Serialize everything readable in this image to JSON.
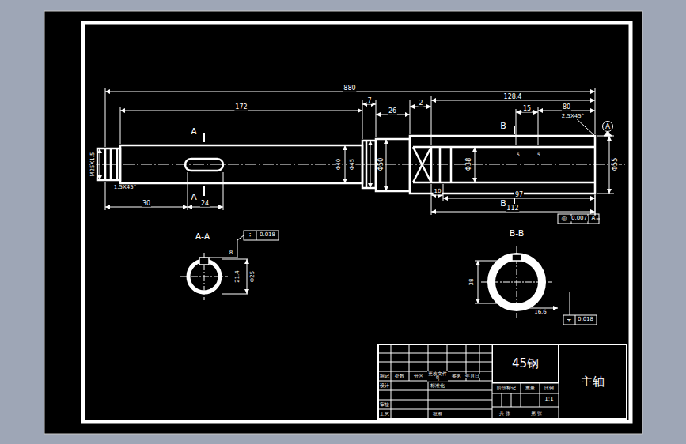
{
  "diagram": {
    "nodes": [
      {
        "text": [
          "45钢"
        ]
      },
      {
        "text": [
          "主轴"
        ]
      },
      {
        "text": [
          "A"
        ]
      }
    ],
    "labels": [
      "880",
      "172",
      "7",
      "26",
      "2",
      "128.4",
      "15",
      "80",
      "2.5X45°",
      "M25X1.5",
      "1.5X45°",
      "30",
      "24",
      "Φ40",
      "Φ45",
      "Φ50",
      "Φ38",
      "Φ55",
      "10",
      "97",
      "112",
      "5",
      "5",
      "A",
      "A",
      "B",
      "B",
      "A-A",
      "B-B",
      "÷",
      "0.018",
      "8",
      "21.4",
      "Φ25",
      "38",
      "16.6",
      "÷",
      "0.018",
      "◎",
      "0.007",
      "A",
      "标记",
      "处数",
      "分区",
      "更改文件号",
      "签名",
      "年月日",
      "设计",
      "标准化",
      "阶段标记",
      "重量",
      "比例",
      "1:1",
      "审核",
      "工艺",
      "批准",
      "共 张",
      "第 张"
    ]
  }
}
